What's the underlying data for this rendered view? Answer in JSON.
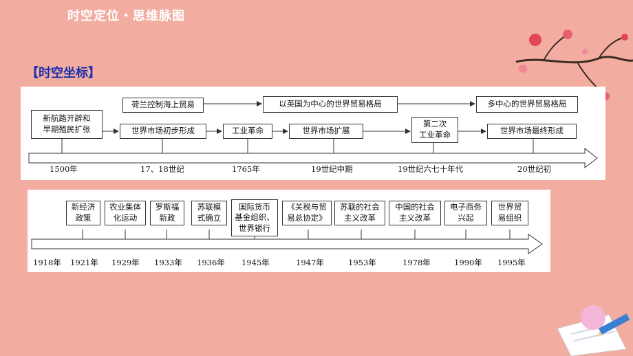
{
  "header": {
    "title": "时空定位・思维脉图"
  },
  "section": {
    "title": "【时空坐标】"
  },
  "timeline1": {
    "events": {
      "e1_line1": "新航路开辟和",
      "e1_line2": "早期殖民扩张",
      "e2": "荷兰控制海上贸易",
      "e3": "世界市场初步形成",
      "e4": "工业革命",
      "e5": "以英国为中心的世界贸易格局",
      "e6": "世界市场扩展",
      "e7_line1": "第二次",
      "e7_line2": "工业革命",
      "e8": "多中心的世界贸易格局",
      "e9": "世界市场最终形成"
    },
    "years": [
      "1500年",
      "17、18世纪",
      "1765年",
      "19世纪中期",
      "19世纪六七十年代",
      "20世纪初"
    ]
  },
  "timeline2": {
    "events": [
      {
        "l1": "新经济",
        "l2": "政策"
      },
      {
        "l1": "农业集体",
        "l2": "化运动"
      },
      {
        "l1": "罗斯福",
        "l2": "新政"
      },
      {
        "l1": "苏联模",
        "l2": "式确立"
      },
      {
        "l1": "国际货币",
        "l2": "基金组织、",
        "l3": "世界银行"
      },
      {
        "l1": "《关税与贸",
        "l2": "易总协定》"
      },
      {
        "l1": "苏联的社会",
        "l2": "主义改革"
      },
      {
        "l1": "中国的社会",
        "l2": "主义改革"
      },
      {
        "l1": "电子商务",
        "l2": "兴起"
      },
      {
        "l1": "世界贸",
        "l2": "易组织"
      }
    ],
    "years": [
      "1918年",
      "1921年",
      "1929年",
      "1933年",
      "1936年",
      "1945年",
      "1947年",
      "1953年",
      "1978年",
      "1990年",
      "1995年"
    ]
  }
}
